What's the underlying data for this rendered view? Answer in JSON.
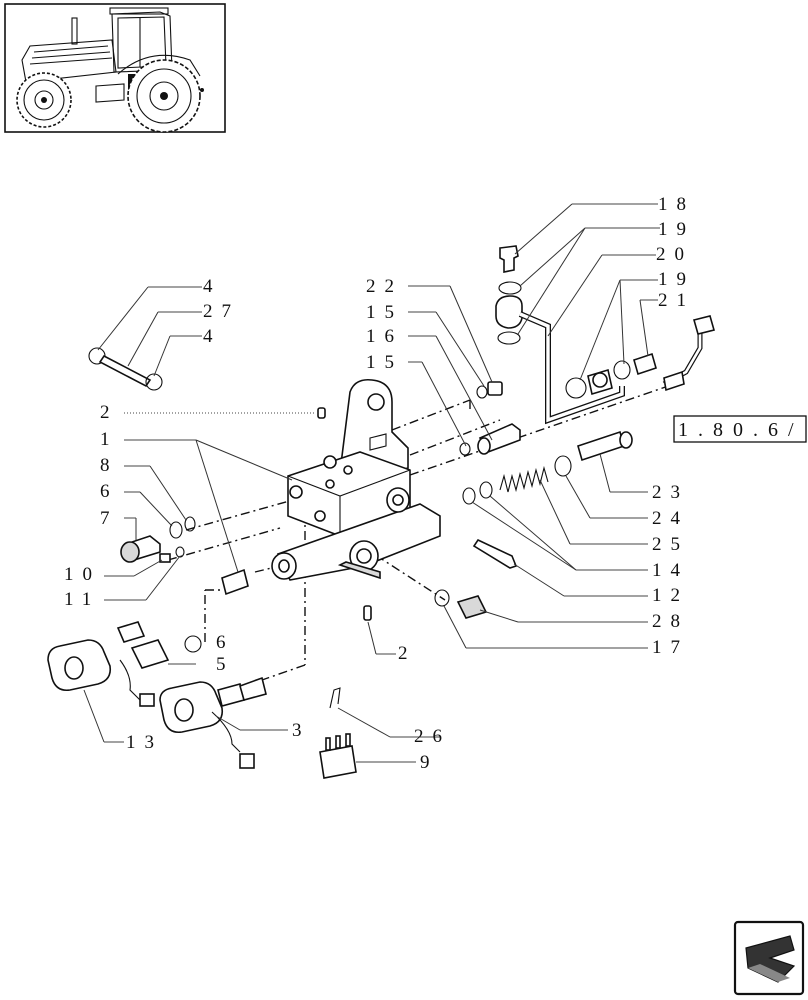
{
  "labels": {
    "l18": "18",
    "l19a": "19",
    "l20": "20",
    "l19b": "19",
    "l21": "21",
    "l4a": "4",
    "l27": "27",
    "l4b": "4",
    "l22": "22",
    "l15a": "15",
    "l16": "16",
    "l15b": "15",
    "l2a": "2",
    "l1": "1",
    "l8": "8",
    "l6a": "6",
    "l7": "7",
    "l10": "10",
    "l11": "11",
    "l23": "23",
    "l24": "24",
    "l25": "25",
    "l14": "14",
    "l12": "12",
    "l28": "28",
    "l17": "17",
    "l2b": "2",
    "l6b": "6",
    "l5": "5",
    "l13": "13",
    "l3": "3",
    "l26": "26",
    "l9": "9"
  },
  "reference": "1.80.6/"
}
